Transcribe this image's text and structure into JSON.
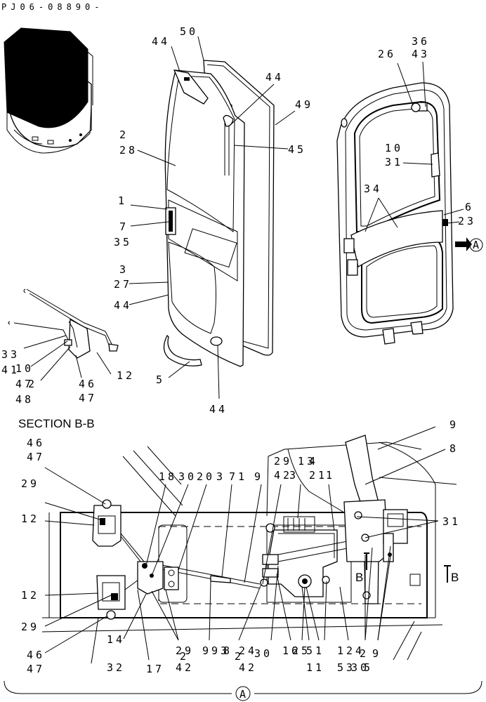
{
  "reference": "PJ06-08890-",
  "section_title": "SECTION B-B",
  "view_marker": "A",
  "section_marker": "B",
  "callouts": {
    "c50": "50",
    "c44a": "44",
    "c44b": "44",
    "c49": "49",
    "c45": "45",
    "c2": "2",
    "c28": "28",
    "c1": "1",
    "c7": "7",
    "c35": "35",
    "c3": "3",
    "c27": "27",
    "c44c": "44",
    "c5": "5",
    "c44d": "44",
    "c33": "33",
    "c10": "10",
    "c41": "41",
    "c2s": "2",
    "c47a": "47",
    "c48": "48",
    "c46a": "46",
    "c47b": "47",
    "c12": "12",
    "c36": "36",
    "c26": "26",
    "c43": "43",
    "c10b": "10",
    "c31": "31",
    "c34": "34",
    "c6": "6",
    "c23": "23"
  },
  "section_callouts": {
    "s9": "9",
    "s8": "8",
    "s46t": "46",
    "s47t": "47",
    "s29t": "29",
    "s12t": "12",
    "s12b": "12",
    "s29b": "29",
    "s46b": "46",
    "s47b": "47",
    "s18": "18",
    "s30": "30",
    "s20": "20",
    "s3": "3",
    "s71": "71",
    "s9b": "9",
    "s29": "29",
    "s13": "13",
    "s42": "42",
    "s3b": "3",
    "s21": "21",
    "s1": "1",
    "s4": "4",
    "s31": "31",
    "s14": "14",
    "s32": "32",
    "s17": "17",
    "s29c": "29",
    "s42c": "42",
    "s993": "993",
    "s8b": "8",
    "s24": "24",
    "s30b": "30",
    "s16": "16",
    "s25": "25",
    "s51": "51",
    "s11": "11",
    "s12c": "12",
    "s53": "53",
    "s4d": "4",
    "s30c": "30",
    "s2d": "2",
    "s5d": "5",
    "s9d": "9",
    "s2e": "2",
    "s2f": "2"
  }
}
